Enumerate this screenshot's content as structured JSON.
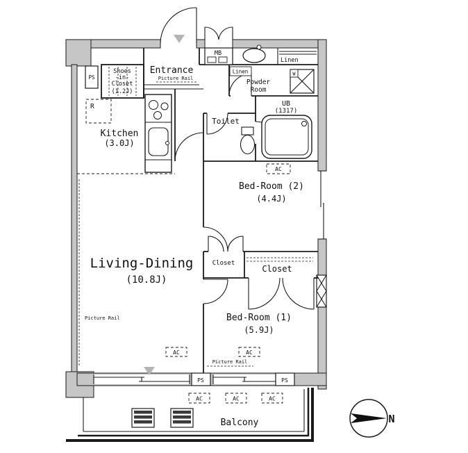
{
  "plan": {
    "rooms": {
      "entrance": {
        "name": "Entrance"
      },
      "shoes_closet": {
        "line1": "Shoes",
        "line2": "-in-",
        "line3": "Closet",
        "size": "(1.2J)"
      },
      "kitchen": {
        "name": "Kitchen",
        "size": "(3.0J)"
      },
      "living_dining": {
        "name": "Living-Dining",
        "size": "(10.8J)"
      },
      "bedroom2": {
        "name": "Bed-Room (2)",
        "size": "(4.4J)"
      },
      "bedroom1": {
        "name": "Bed-Room (1)",
        "size": "(5.9J)"
      },
      "powder_room": {
        "line1": "Powder",
        "line2": "Room"
      },
      "toilet": {
        "name": "Toilet"
      },
      "unit_bath": {
        "name": "UB",
        "size": "(1317)"
      },
      "closet_small": {
        "name": "Closet"
      },
      "closet_large": {
        "name": "Closet"
      },
      "linen_upper": {
        "name": "Linen"
      },
      "linen_lower": {
        "name": "Linen"
      },
      "meter_box": {
        "name": "MB"
      },
      "balcony": {
        "name": "Balcony"
      }
    },
    "labels": {
      "ps": "PS",
      "ac": "AC",
      "picture_rail": "Picture Rail",
      "refrigerator": "R",
      "washer": "W",
      "north": "N"
    },
    "colors": {
      "wall": "#c6c6c6",
      "line": "#1a1a1a"
    }
  }
}
